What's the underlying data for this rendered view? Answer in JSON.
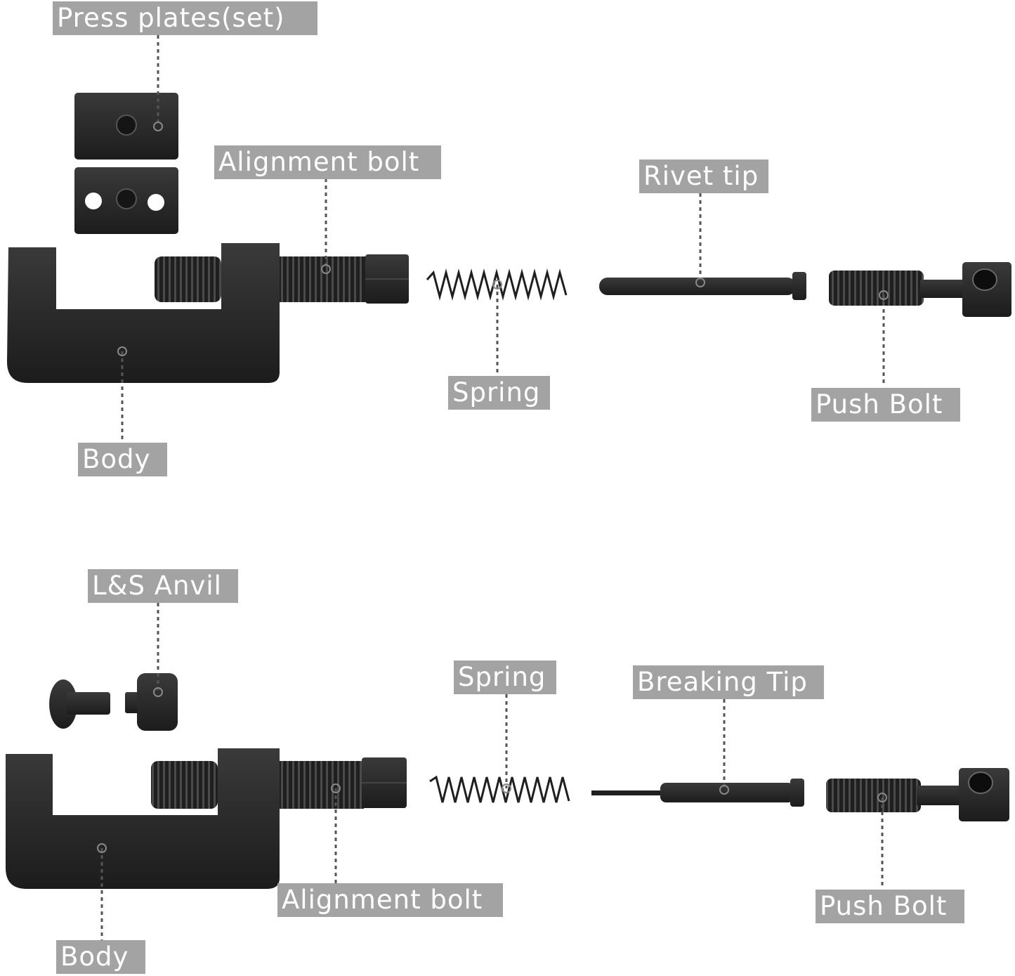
{
  "colors": {
    "background": "#ffffff",
    "label_bg": "#a3a3a3",
    "label_text": "#ffffff",
    "tool_metal": "#2a2a2a",
    "leader_line": "#555555"
  },
  "top_kit": {
    "labels": {
      "press_plates": "Press plates(set)",
      "alignment_bolt": "Alignment bolt",
      "rivet_tip": "Rivet tip",
      "spring": "Spring",
      "push_bolt": "Push Bolt",
      "body": "Body"
    }
  },
  "bottom_kit": {
    "labels": {
      "anvil": "L&S Anvil",
      "spring": "Spring",
      "breaking_tip": "Breaking Tip",
      "alignment_bolt": "Alignment bolt",
      "push_bolt": "Push Bolt",
      "body": "Body"
    }
  }
}
